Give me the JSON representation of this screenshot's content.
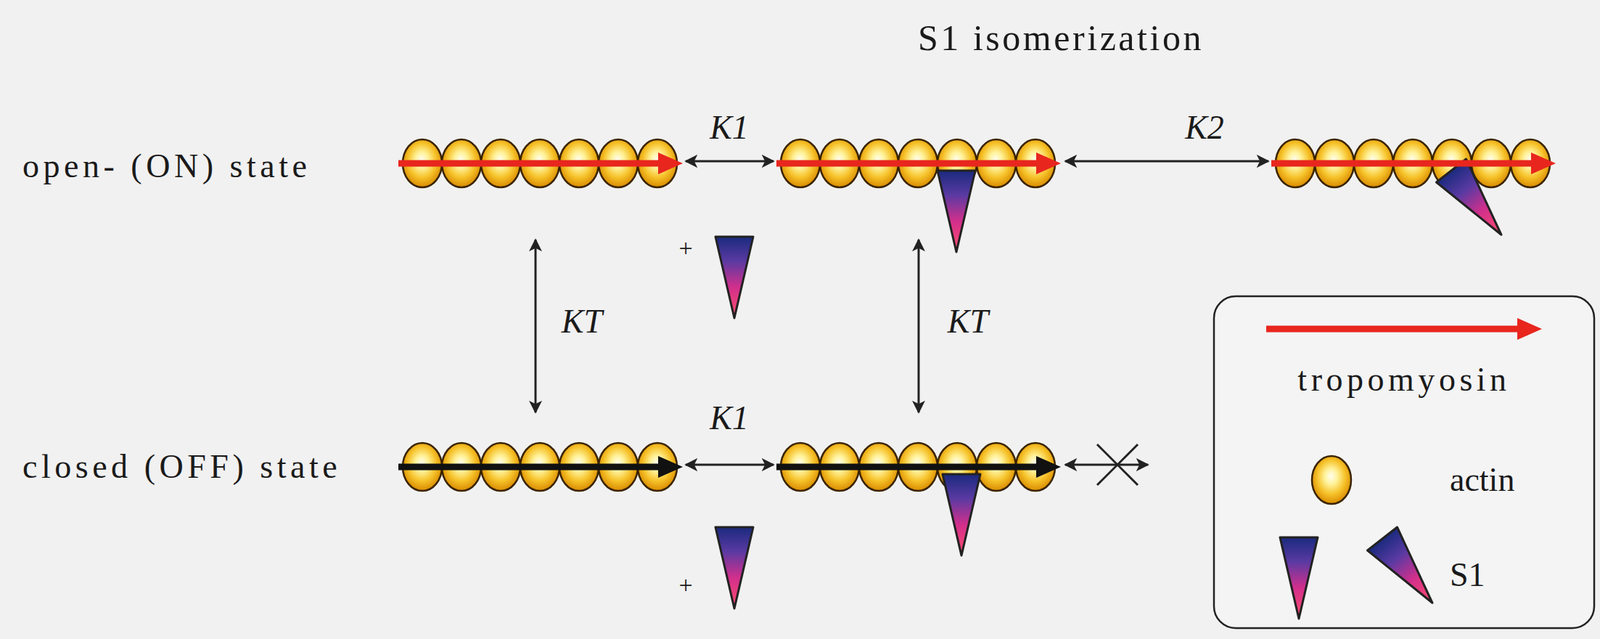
{
  "diagram": {
    "labels": [
      "S1 isomerization",
      "open- (ON) state",
      "closed (OFF) state",
      "K1",
      "K2",
      "KT",
      "KT",
      "K1",
      "+",
      "+"
    ],
    "legend": [
      {
        "text": "tropomyosin"
      },
      {
        "text": "actin"
      },
      {
        "text": "S1"
      }
    ]
  }
}
